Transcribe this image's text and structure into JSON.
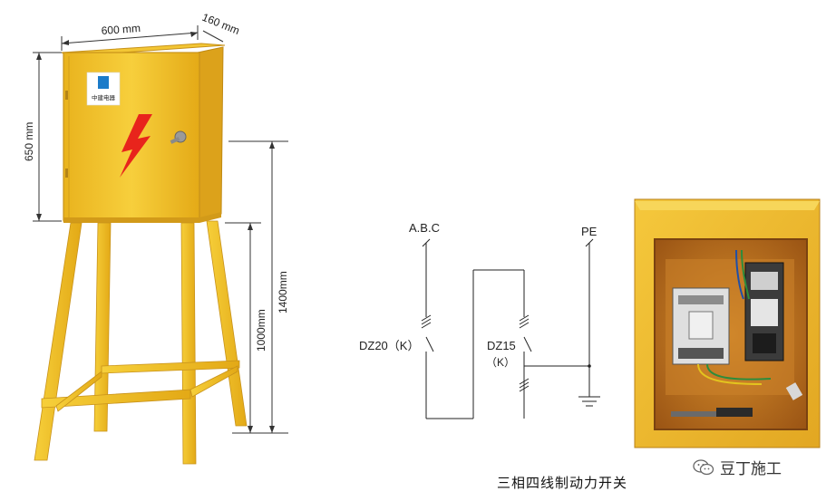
{
  "dimensions": {
    "width": "600 mm",
    "depth": "160 mm",
    "box_height": "650 mm",
    "leg_height": "1000mm",
    "total_height": "1400mm"
  },
  "cabinet": {
    "logo_text": "中建电器",
    "body_color": "#f2c12e",
    "lightning_color": "#e8241c"
  },
  "schematic": {
    "phase_label": "A.B.C",
    "pe_label": "PE",
    "breaker_main": "DZ20（K）",
    "breaker_branch": "DZ15",
    "breaker_branch_note": "（K）"
  },
  "caption": "三相四线制动力开关",
  "watermark": {
    "icon": "wechat-icon",
    "text": "豆丁施工"
  }
}
